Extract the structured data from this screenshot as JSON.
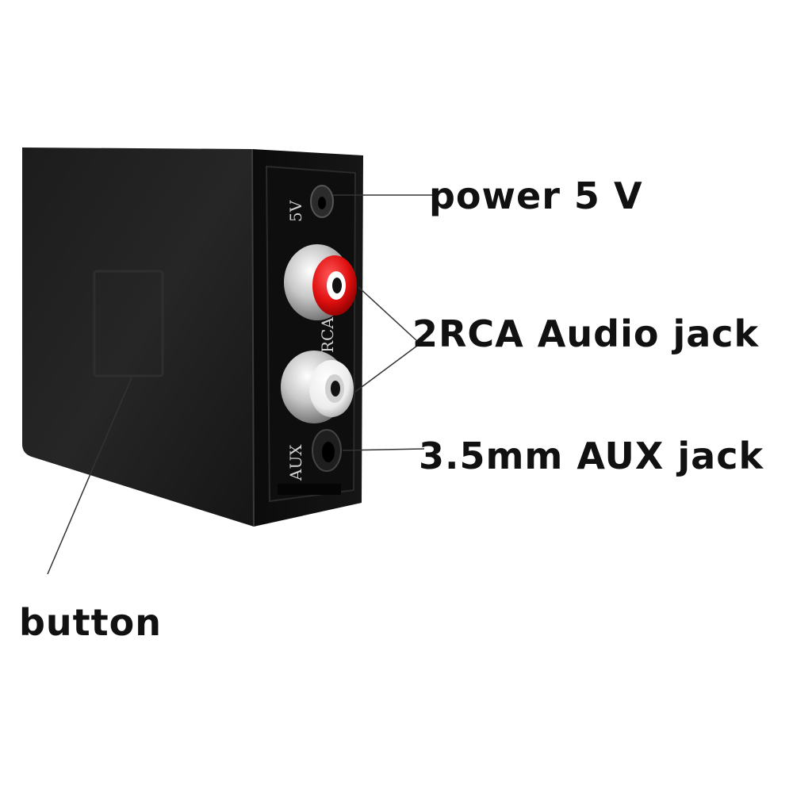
{
  "callouts": {
    "power": "power 5 V",
    "rca": "2RCA Audio jack",
    "aux": "3.5mm AUX jack",
    "button": "button"
  },
  "port_labels": {
    "power": "5V",
    "rca": "RCA",
    "aux": "AUX"
  },
  "colors": {
    "body": "#1a1a1a",
    "red_ring": "#e01010",
    "white_ring": "#f2f2f2",
    "leader_line": "#333333"
  }
}
